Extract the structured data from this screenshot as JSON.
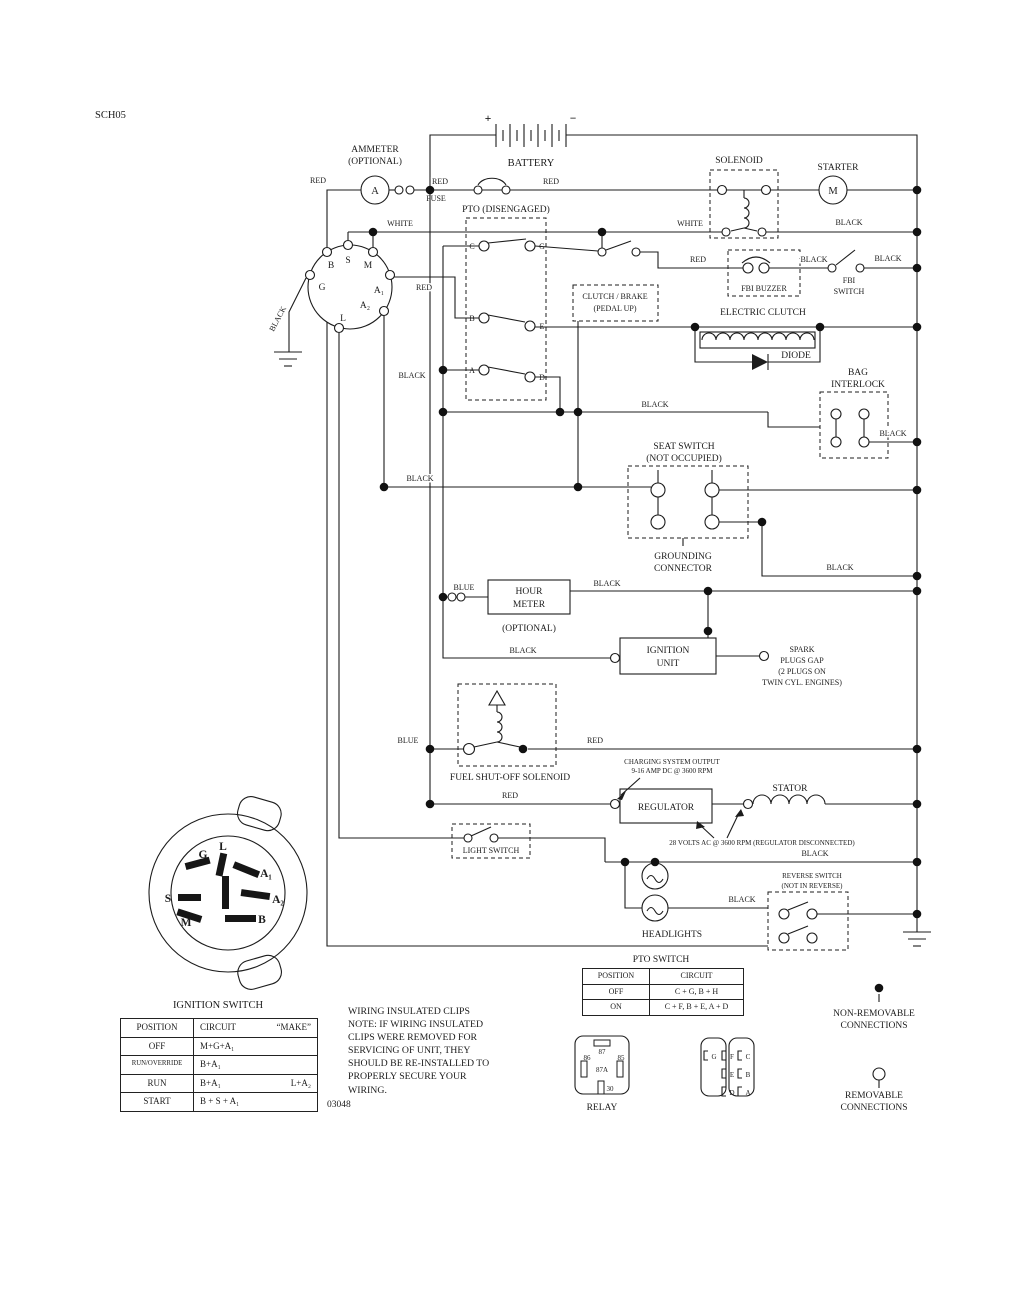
{
  "meta": {
    "sheet_code": "SCH05",
    "drawing_number": "03048"
  },
  "colors": {
    "ink": "#1c1c1c",
    "paper": "#ffffff"
  },
  "components": {
    "battery": {
      "name": "BATTERY",
      "plus": "+",
      "minus": "−"
    },
    "ammeter": {
      "line1": "AMMETER",
      "line2": "(OPTIONAL)",
      "symbol": "A"
    },
    "fuse": {
      "name": "FUSE"
    },
    "pto_plug": {
      "name": "PTO (DISENGAGED)",
      "pins": {
        "c": "C",
        "g": "G",
        "b": "B",
        "e": "E",
        "a": "A",
        "d": "D"
      }
    },
    "solenoid": {
      "name": "SOLENOID"
    },
    "starter": {
      "name": "STARTER",
      "symbol": "M"
    },
    "fbi_buzzer": {
      "name": "FBI BUZZER"
    },
    "fbi_switch": {
      "line1": "FBI",
      "line2": "SWITCH"
    },
    "electric_clutch": {
      "name": "ELECTRIC CLUTCH"
    },
    "diode": {
      "name": "DIODE"
    },
    "bag_interlock": {
      "line1": "BAG",
      "line2": "INTERLOCK"
    },
    "clutch_brake": {
      "line1": "CLUTCH / BRAKE",
      "line2": "(PEDAL UP)"
    },
    "seat_switch": {
      "line1": "SEAT SWITCH",
      "line2": "(NOT OCCUPIED)"
    },
    "grounding_connector": {
      "line1": "GROUNDING",
      "line2": "CONNECTOR"
    },
    "hour_meter": {
      "line1": "HOUR",
      "line2": "METER",
      "note": "(OPTIONAL)"
    },
    "ignition_unit": {
      "line1": "IGNITION",
      "line2": "UNIT"
    },
    "spark_plugs": {
      "line1": "SPARK",
      "line2": "PLUGS GAP",
      "line3": "(2 PLUGS ON",
      "line4": "TWIN CYL. ENGINES)"
    },
    "fuel_solenoid": {
      "name": "FUEL SHUT-OFF SOLENOID"
    },
    "regulator": {
      "name": "REGULATOR",
      "note1": "CHARGING SYSTEM OUTPUT",
      "note2": "9-16 AMP DC @ 3600 RPM"
    },
    "stator": {
      "name": "STATOR",
      "note": "28 VOLTS AC @ 3600 RPM (REGULATOR DISCONNECTED)"
    },
    "light_switch": {
      "name": "LIGHT SWITCH"
    },
    "headlights": {
      "name": "HEADLIGHTS"
    },
    "reverse_switch": {
      "line1": "REVERSE SWITCH",
      "line2": "(NOT IN REVERSE)"
    },
    "ignition_plug": {
      "terminals": {
        "s": "S",
        "m": "M",
        "b": "B",
        "g": "G",
        "a1": "A₁",
        "a2": "A₂",
        "l": "L"
      }
    },
    "key_switch": {
      "title": "IGNITION SWITCH",
      "slots": {
        "g": "G",
        "l": "L",
        "a1": "A₁",
        "a2": "A₂",
        "s": "S",
        "m": "M",
        "b": "B"
      }
    }
  },
  "wire_labels": [
    "RED",
    "RED",
    "RED",
    "WHITE",
    "WHITE",
    "BLACK",
    "RED",
    "BLACK",
    "BLACK",
    "RED",
    "BLACK",
    "BLACK",
    "BLACK",
    "BLACK",
    "BLACK",
    "BLACK",
    "BLACK",
    "BLUE",
    "BLACK",
    "BLUE",
    "RED",
    "RED",
    "BLACK",
    "BLACK"
  ],
  "ignition_table": {
    "headers": [
      "POSITION",
      "CIRCUIT",
      "“MAKE”"
    ],
    "rows": [
      {
        "position": "OFF",
        "make1": "M+G+A₁",
        "make2": ""
      },
      {
        "position": "RUN/OVERRIDE",
        "make1": "B+A₁",
        "make2": ""
      },
      {
        "position": "RUN",
        "make1": "B+A₁",
        "make2": "L+A₂"
      },
      {
        "position": "START",
        "make1": "B + S + A₁",
        "make2": ""
      }
    ]
  },
  "pto_table": {
    "title": "PTO SWITCH",
    "headers": [
      "POSITION",
      "CIRCUIT"
    ],
    "rows": [
      {
        "position": "OFF",
        "circuit": "C + G, B + H"
      },
      {
        "position": "ON",
        "circuit": "C + F, B + E, A + D"
      }
    ]
  },
  "relay": {
    "name": "RELAY",
    "pins": [
      "87",
      "87A",
      "86",
      "85",
      "30"
    ]
  },
  "connector": {
    "pins": [
      "G",
      "F",
      "C",
      "E",
      "B",
      "D",
      "A"
    ]
  },
  "legend": {
    "non_removable": [
      "NON-REMOVABLE",
      "CONNECTIONS"
    ],
    "removable": [
      "REMOVABLE",
      "CONNECTIONS"
    ]
  },
  "note": [
    "WIRING INSULATED CLIPS",
    "NOTE:  IF WIRING INSULATED",
    "CLIPS WERE REMOVED FOR",
    "SERVICING OF UNIT, THEY",
    "SHOULD BE RE-INSTALLED TO",
    "PROPERLY SECURE YOUR",
    "WIRING."
  ]
}
